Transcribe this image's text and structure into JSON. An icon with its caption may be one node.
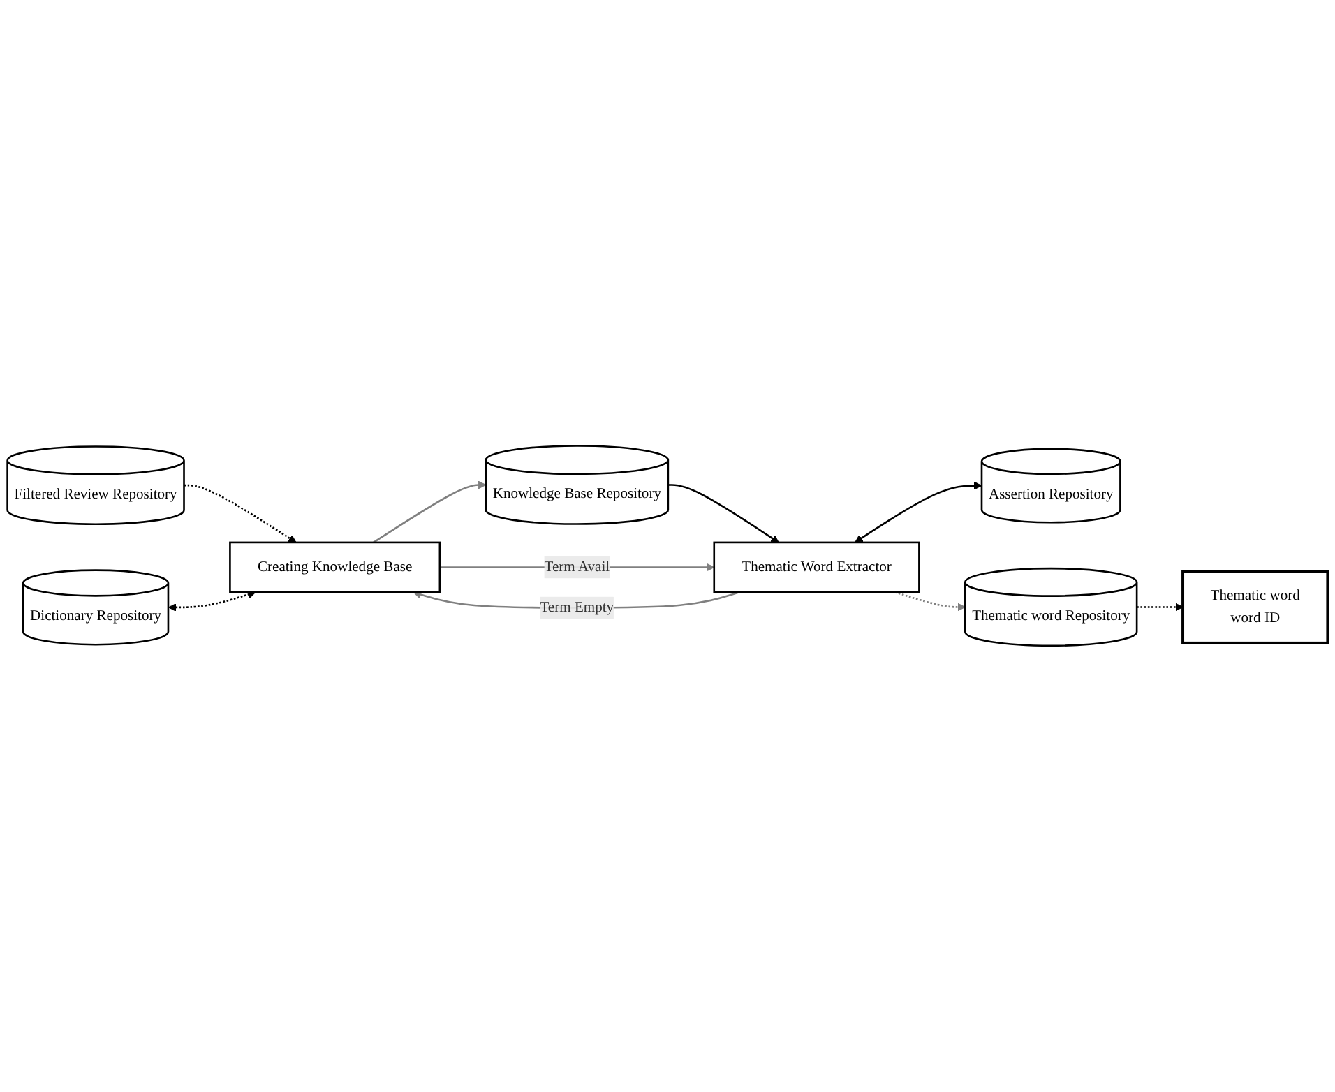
{
  "diagram": {
    "nodes": [
      {
        "text": [
          "Filtered Review Repository"
        ]
      },
      {
        "text": [
          "Creating Knowledge Base"
        ]
      },
      {
        "text": [
          "Knowledge Base Repository"
        ]
      },
      {
        "text": [
          "Thematic Word Extractor"
        ]
      },
      {
        "text": [
          "Assertion Repository"
        ]
      },
      {
        "text": [
          "Dictionary Repository"
        ]
      },
      {
        "text": [
          "Thematic word Repository"
        ]
      },
      {
        "text": [
          "Thematic word",
          "word ID"
        ]
      }
    ],
    "edges": [
      {
        "from": 0,
        "to": 1,
        "arrow": "to",
        "style": "dashed"
      },
      {
        "from": 1,
        "to": 2,
        "arrow": "to",
        "color": "#808080"
      },
      {
        "from": 2,
        "to": 3,
        "arrow": "to"
      },
      {
        "from": 3,
        "to": 4,
        "arrow": "both"
      },
      {
        "from": 1,
        "to": 3,
        "arrow": "to",
        "label": "Term Avail",
        "color": "#808080"
      },
      {
        "from": 3,
        "to": 1,
        "arrow": "to",
        "label": "Term Empty",
        "color": "#808080"
      },
      {
        "from": 5,
        "to": 1,
        "arrow": "both",
        "style": "dashed"
      },
      {
        "from": 3,
        "to": 6,
        "arrow": "to",
        "style": "dashed",
        "color": "#808080"
      },
      {
        "from": 6,
        "to": 7,
        "arrow": "to",
        "style": "dashed"
      }
    ]
  }
}
